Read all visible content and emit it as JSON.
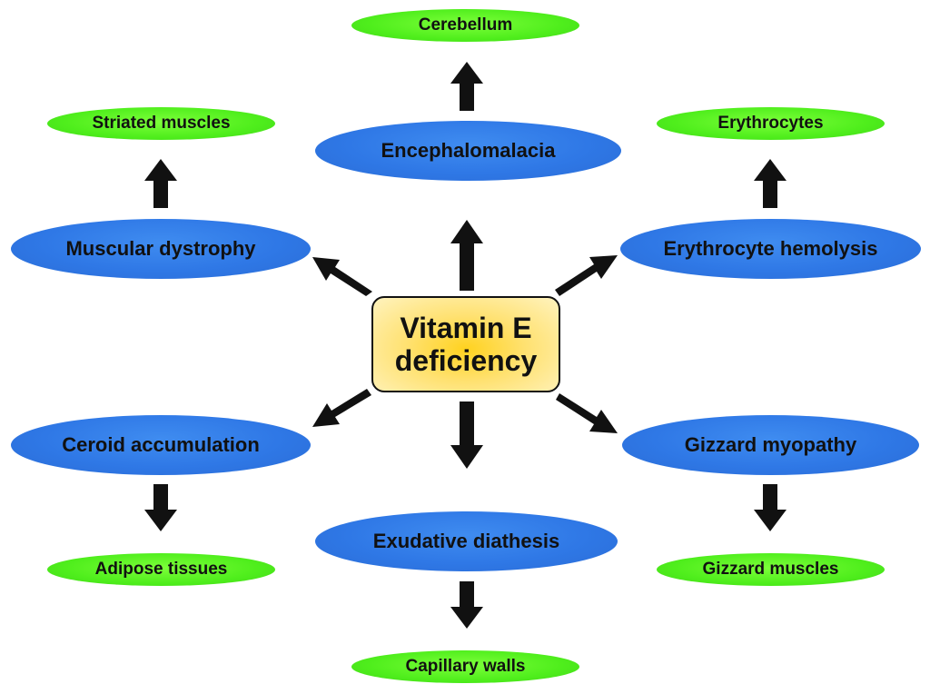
{
  "center": {
    "line1": "Vitamin E",
    "line2": "deficiency"
  },
  "effects": {
    "encephalomalacia": "Encephalomalacia",
    "muscular_dystrophy": "Muscular dystrophy",
    "erythrocyte_hemolysis": "Erythrocyte hemolysis",
    "ceroid_accumulation": "Ceroid accumulation",
    "gizzard_myopathy": "Gizzard myopathy",
    "exudative_diathesis": "Exudative diathesis"
  },
  "targets": {
    "cerebellum": "Cerebellum",
    "striated_muscles": "Striated muscles",
    "erythrocytes": "Erythrocytes",
    "adipose_tissues": "Adipose tissues",
    "gizzard_muscles": "Gizzard muscles",
    "capillary_walls": "Capillary walls"
  },
  "edges": [
    {
      "from": "center",
      "to": "encephalomalacia"
    },
    {
      "from": "center",
      "to": "muscular_dystrophy"
    },
    {
      "from": "center",
      "to": "erythrocyte_hemolysis"
    },
    {
      "from": "center",
      "to": "ceroid_accumulation"
    },
    {
      "from": "center",
      "to": "gizzard_myopathy"
    },
    {
      "from": "center",
      "to": "exudative_diathesis"
    },
    {
      "from": "encephalomalacia",
      "to": "cerebellum"
    },
    {
      "from": "muscular_dystrophy",
      "to": "striated_muscles"
    },
    {
      "from": "erythrocyte_hemolysis",
      "to": "erythrocytes"
    },
    {
      "from": "ceroid_accumulation",
      "to": "adipose_tissues"
    },
    {
      "from": "gizzard_myopathy",
      "to": "gizzard_muscles"
    },
    {
      "from": "exudative_diathesis",
      "to": "capillary_walls"
    }
  ],
  "colors": {
    "effect_fill": "#2f78e6",
    "target_fill": "#4fee1c",
    "center_fill": "#ffd21f",
    "arrow": "#111111"
  }
}
